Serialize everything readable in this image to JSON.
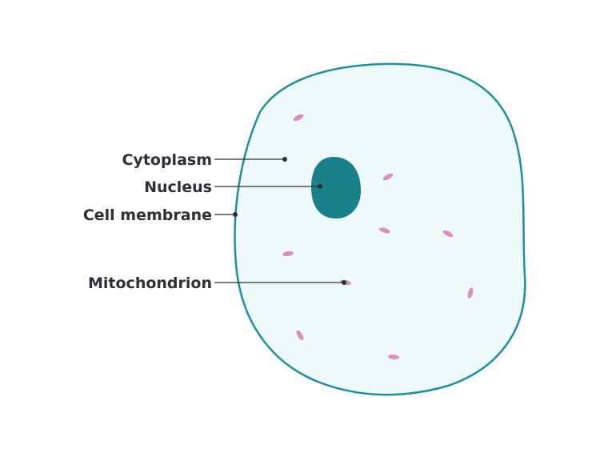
{
  "labels": {
    "cytoplasm": "Cytoplasm",
    "nucleus": "Nucleus",
    "cell_membrane": "Cell membrane",
    "mitochondrion": "Mitochondrion"
  },
  "colors": {
    "membrane": "#1e8fa0",
    "cytoplasm": "#eef9fa",
    "nucleus": "#19808a",
    "mitochondria": "#dc8fc0",
    "leader_line": "#2f2f3a",
    "label_text": "#2f2f3a"
  }
}
